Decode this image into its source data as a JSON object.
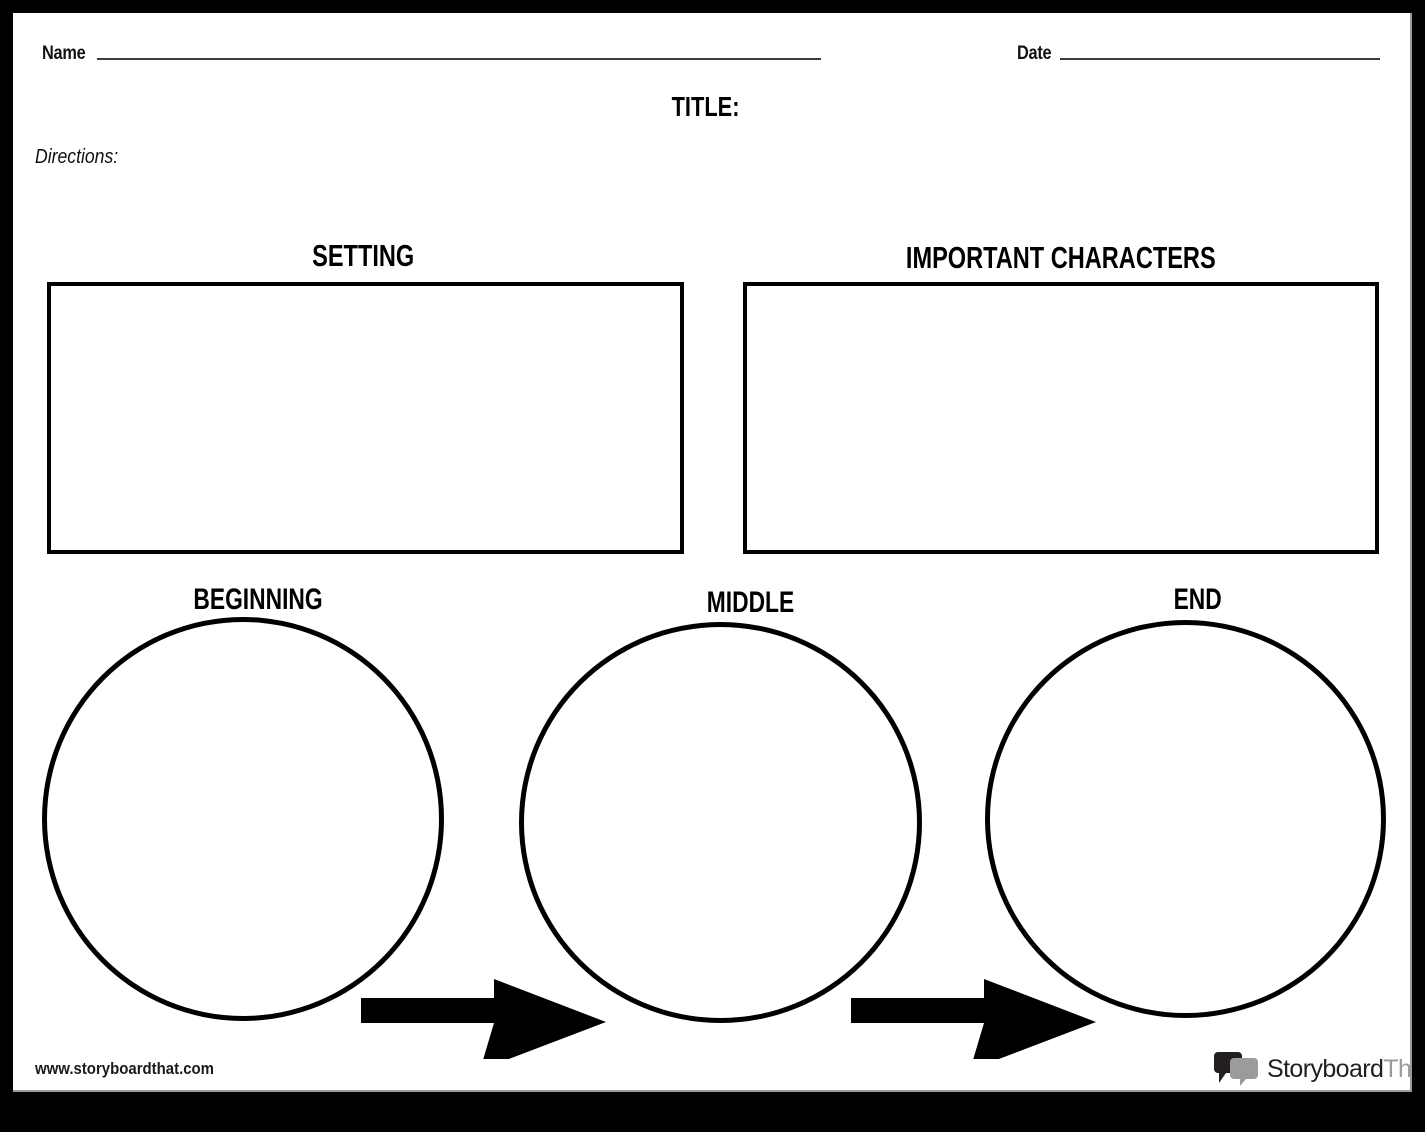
{
  "worksheet": {
    "header": {
      "name_label": "Name",
      "date_label": "Date",
      "title_label": "TITLE:",
      "directions_label": "Directions:"
    },
    "sections": {
      "setting": {
        "heading": "SETTING"
      },
      "characters": {
        "heading": "IMPORTANT CHARACTERS"
      }
    },
    "sequence": {
      "beginning": {
        "heading": "BEGINNING"
      },
      "middle": {
        "heading": "MIDDLE"
      },
      "end": {
        "heading": "END"
      }
    },
    "footer": {
      "url": "www.storyboardthat.com",
      "logo_primary": "Storyboard",
      "logo_secondary": "That"
    },
    "colors": {
      "frame": "#000000",
      "page": "#ffffff",
      "ink": "#000000",
      "rule": "#3b3b3b",
      "logo_dark": "#231f20",
      "logo_light": "#9b9b9b"
    }
  }
}
